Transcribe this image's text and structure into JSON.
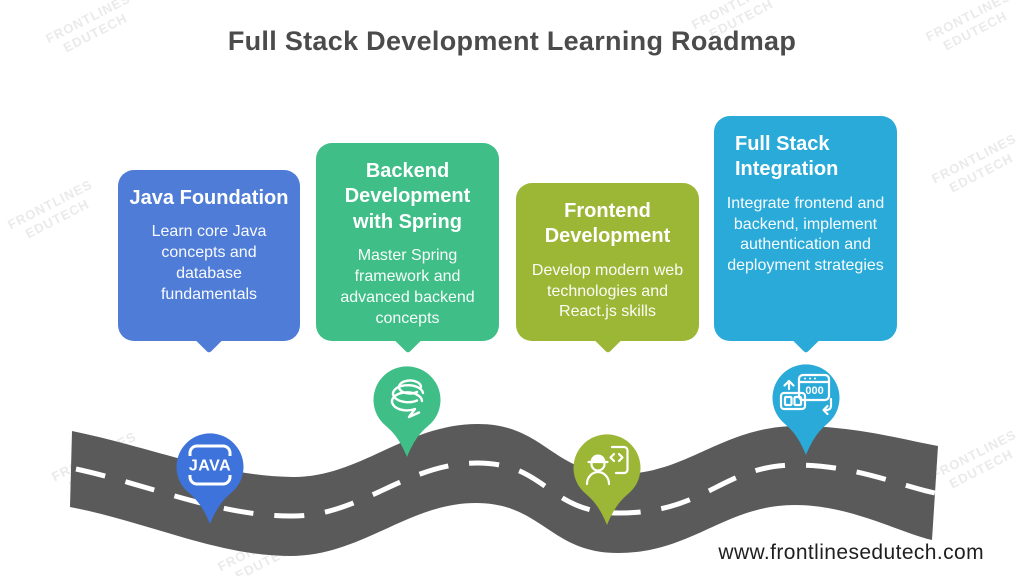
{
  "title": "Full Stack Development Learning Roadmap",
  "watermark": "FRONTLINES EDUTECH",
  "footer": {
    "website": "www.frontlinesedutech.com"
  },
  "road": {
    "color": "#5a5a5a",
    "center_line_color": "#ffffff"
  },
  "cards": [
    {
      "title": "Java Foundation",
      "body": "Learn core Java concepts and database fundamentals",
      "color": "#4e7cd6"
    },
    {
      "title": "Backend Development with Spring",
      "body": "Master Spring framework and advanced backend concepts",
      "color": "#3fbe87"
    },
    {
      "title": "Frontend Development",
      "body": "Develop modern web technologies and React.js skills",
      "color": "#9cb636"
    },
    {
      "title": "Full Stack Integration",
      "body": "Integrate frontend and backend, implement authentication and deployment strategies",
      "color": "#2aaad8"
    }
  ],
  "pins": [
    {
      "icon": "java-logo",
      "label": "JAVA",
      "color": "#3d73da"
    },
    {
      "icon": "spring-coil",
      "color": "#3fbe87"
    },
    {
      "icon": "developer-coding",
      "color": "#9cb636"
    },
    {
      "icon": "deployment-window",
      "color": "#2aaad8"
    }
  ]
}
